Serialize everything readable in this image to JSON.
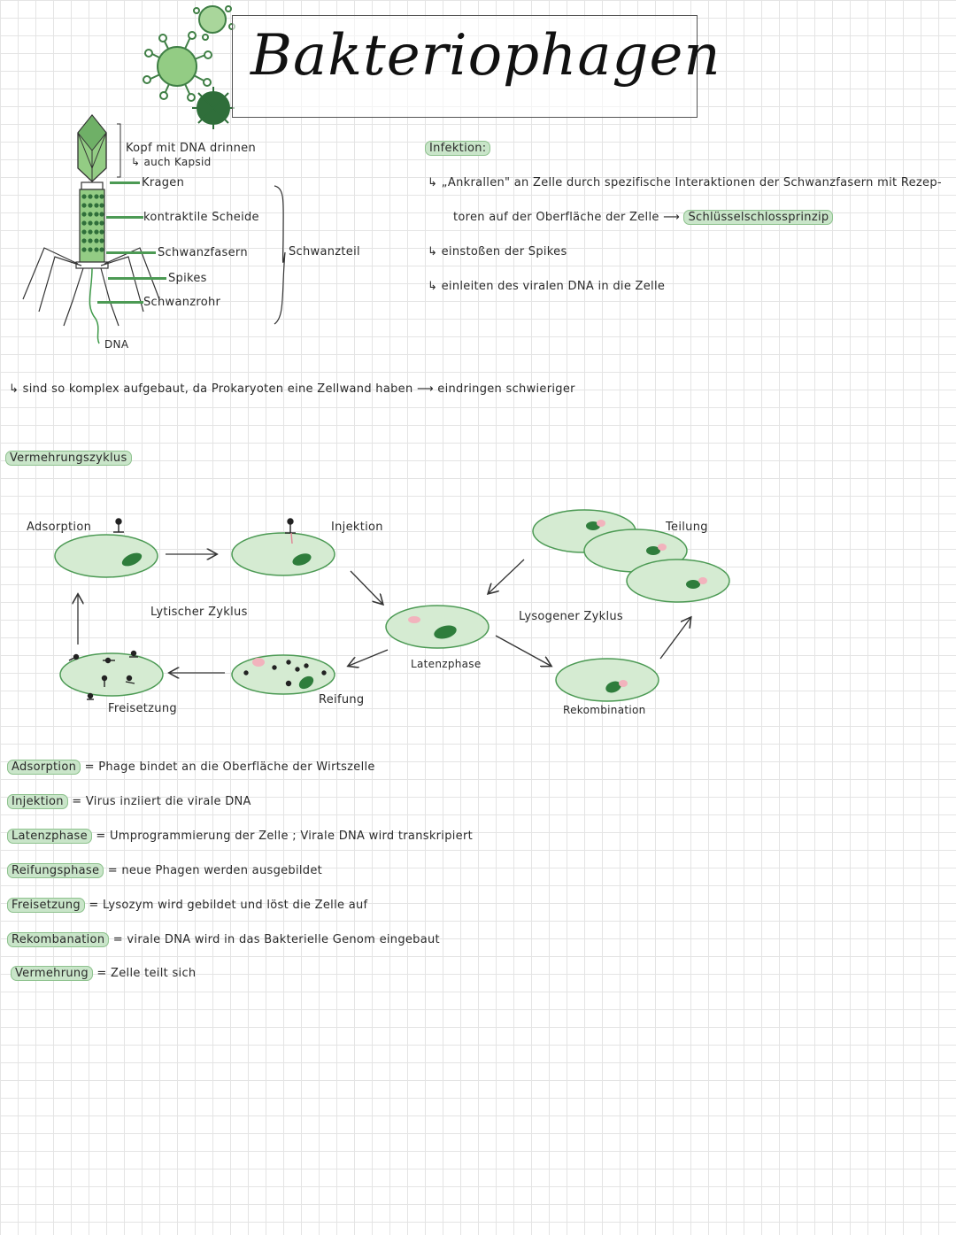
{
  "title": "Bakteriophagen",
  "colors": {
    "highlight": "#c9e5c9",
    "cell_fill": "#d5ebd2",
    "cell_stroke": "#4c9a54",
    "nucleoid": "#2f7d3c",
    "pink": "#f2b3bd",
    "virus_light": "#93cc84",
    "virus_dark": "#2f6e3a"
  },
  "structure": {
    "labels": {
      "kopf": "Kopf mit DNA drinnen",
      "kapsid": "↳ auch Kapsid",
      "kragen": "Kragen",
      "scheide": "kontraktile Scheide",
      "schwanzfasern": "Schwanzfasern",
      "spikes": "Spikes",
      "schwanzrohr": "Schwanzrohr",
      "dna": "DNA",
      "schwanzteil": "Schwanzteil"
    },
    "note": "↳ sind so komplex aufgebaut, da Prokaryoten eine Zellwand haben ⟶ eindringen schwieriger"
  },
  "infektion": {
    "heading": "Infektion:",
    "line1": "↳ „Ankrallen\" an Zelle durch spezifische Interaktionen der Schwanzfasern mit Rezep-",
    "line2": "toren auf der Oberfläche der Zelle ⟶",
    "line2_highlight": "Schlüsselschlossprinzip",
    "line3": "↳ einstoßen der Spikes",
    "line4": "↳ einleiten des viralen DNA in die Zelle"
  },
  "cycle": {
    "heading": "Vermehrungszyklus",
    "labels": {
      "adsorption": "Adsorption",
      "injektion": "Injektion",
      "lytisch": "Lytischer Zyklus",
      "freisetzung": "Freisetzung",
      "reifung": "Reifung",
      "latenz": "Latenzphase",
      "lysogen": "Lysogener Zyklus",
      "rekombination": "Rekombination",
      "teilung": "Teilung"
    }
  },
  "definitions": [
    {
      "term": "Adsorption",
      "text": "= Phage bindet an die Oberfläche der Wirtszelle"
    },
    {
      "term": "Injektion",
      "text": "= Virus inziiert die virale DNA"
    },
    {
      "term": "Latenzphase",
      "text": "= Umprogrammierung der Zelle ; Virale DNA wird transkripiert"
    },
    {
      "term": "Reifungsphase",
      "text": "= neue Phagen werden ausgebildet"
    },
    {
      "term": "Freisetzung",
      "text": "= Lysozym wird gebildet und löst die Zelle auf"
    },
    {
      "term": "Rekombanation",
      "text": "= virale DNA wird in das Bakterielle Genom eingebaut"
    },
    {
      "term": "Vermehrung",
      "text": "= Zelle teilt sich"
    }
  ]
}
